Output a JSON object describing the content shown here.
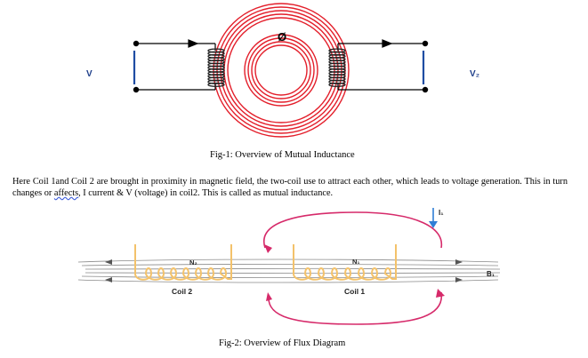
{
  "fig1": {
    "caption": "Fig-1: Overview of Mutual Inductance",
    "label_v1": "V",
    "label_v2": "V₂",
    "label_phi": "Ø"
  },
  "paragraph": {
    "part1": "Here Coil 1and Coil 2 are brought in proximity in magnetic field, the two-coil use to attract each other, which leads to voltage generation. This in turn changes or ",
    "misspelled": "affects",
    "part2": ", I current & V (voltage) in coil2. This is called as mutual inductance."
  },
  "fig2": {
    "caption": "Fig-2: Overview of Flux Diagram",
    "label_i1": "I₁",
    "label_n2": "N₂",
    "label_n1": "N₁",
    "label_b1": "B₁",
    "label_coil2": "Coil 2",
    "label_coil1": "Coil 1"
  },
  "colors": {
    "core_red": "#e31e2a",
    "winding": "#222222",
    "coil_gold": "#f3c26b",
    "field_loop": "#d62a6a",
    "arrow_blue": "#2f7fd6",
    "flux_gray": "#8a8a8a"
  }
}
